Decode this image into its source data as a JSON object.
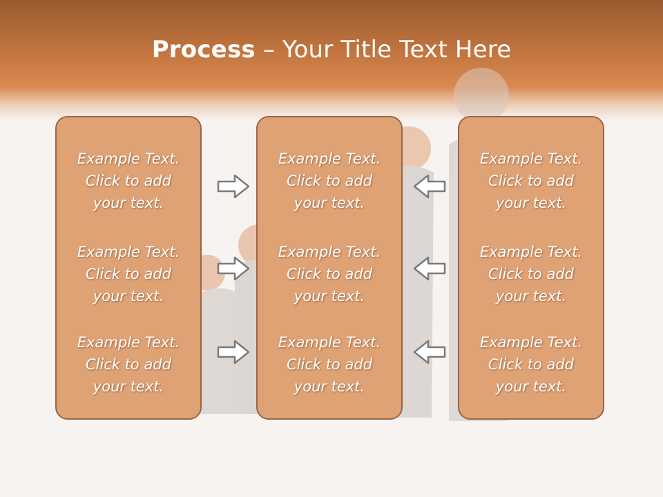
{
  "slide": {
    "title_bold": "Process",
    "title_rest": " – Your Title Text Here"
  },
  "columns": [
    {
      "items": [
        "Example Text.\nClick  to add\nyour text.",
        "Example Text.\nClick  to add\nyour text.",
        "Example Text.\nClick  to add\nyour text."
      ]
    },
    {
      "items": [
        "Example Text.\nClick  to add\nyour text.",
        "Example Text.\nClick  to add\nyour text.",
        "Example Text.\nClick  to add\nyour text."
      ]
    },
    {
      "items": [
        "Example Text.\nClick  to add\nyour text.",
        "Example Text.\nClick  to add\nyour text.",
        "Example Text.\nClick  to add\nyour text."
      ]
    }
  ],
  "arrows": {
    "left_group": "arrow-right-icon",
    "right_group": "arrow-left-icon"
  },
  "colors": {
    "header": "#c47640",
    "box_fill": "#dfa275",
    "box_border": "#9b6446",
    "arrow_stroke": "#7a7a7a"
  }
}
